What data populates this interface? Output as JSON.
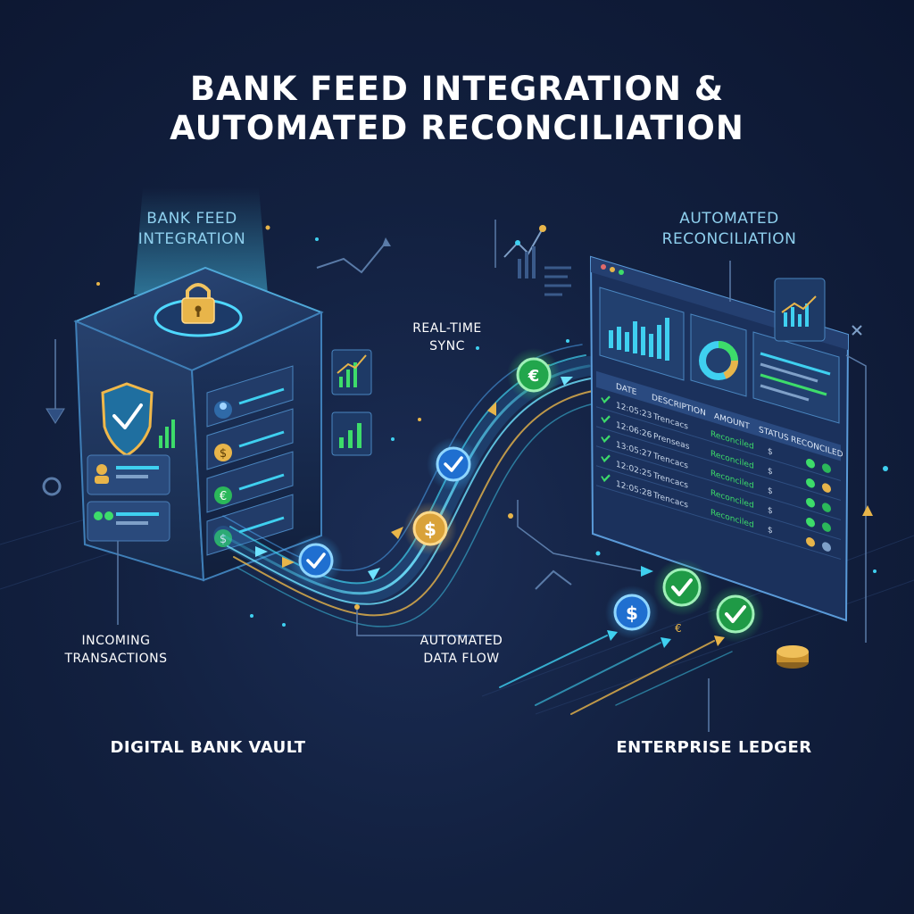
{
  "title": {
    "line1": "BANK FEED INTEGRATION &",
    "line2": "AUTOMATED RECONCILIATION"
  },
  "labels": {
    "bank_feed_1": "BANK FEED",
    "bank_feed_2": "INTEGRATION",
    "auto_recon_1": "AUTOMATED",
    "auto_recon_2": "RECONCILIATION",
    "realtime_1": "REAL-TIME",
    "realtime_2": "SYNC",
    "incoming_1": "INCOMING",
    "incoming_2": "TRANSACTIONS",
    "dataflow_1": "AUTOMATED",
    "dataflow_2": "DATA FLOW",
    "vault": "DIGITAL BANK VAULT",
    "ledger": "ENTERPRISE LEDGER"
  },
  "ledger_table": {
    "headers": [
      "DATE",
      "DESCRIPTION",
      "AMOUNT",
      "STATUS",
      "RECONCILED"
    ],
    "rows": [
      {
        "date": "12:05:23",
        "description": "Trencacs",
        "amount": "Reconciled",
        "status": "$"
      },
      {
        "date": "12:06:26",
        "description": "Prenseas",
        "amount": "Reconciled",
        "status": "$"
      },
      {
        "date": "13:05:27",
        "description": "Trencacs",
        "amount": "Reconciled",
        "status": "$"
      },
      {
        "date": "12:02:25",
        "description": "Trencacs",
        "amount": "Reconciled",
        "status": "$"
      },
      {
        "date": "12:05:28",
        "description": "Trencacs",
        "amount": "Reconciled",
        "status": "$"
      }
    ]
  },
  "currency_symbols": {
    "euro": "€",
    "dollar": "$"
  },
  "icons": [
    "padlock-icon",
    "shield-icon",
    "user-icon",
    "dollar-coin-icon",
    "euro-coin-icon",
    "checkmark-icon",
    "bar-chart-icon",
    "donut-chart-icon",
    "close-icon"
  ],
  "colors": {
    "background": "#101b36",
    "accent_cyan": "#3fd0f0",
    "accent_green": "#3ddc6a",
    "accent_gold": "#e8b54a",
    "text_cyan": "#8fd0ee"
  }
}
